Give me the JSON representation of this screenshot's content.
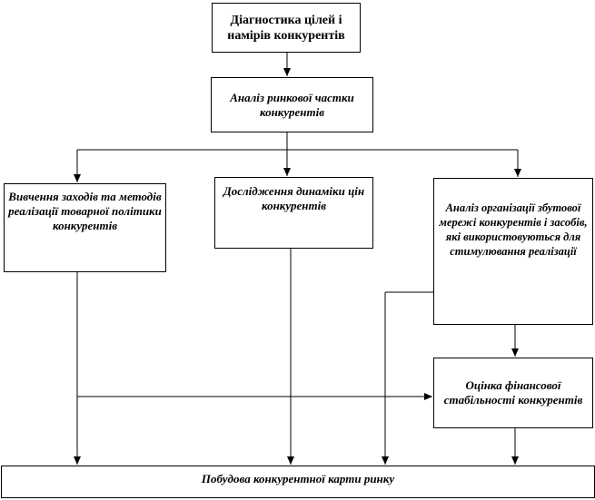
{
  "diagram": {
    "boxes": {
      "diagnostics": "Діагностика цілей і намірів конкурентів",
      "market_share": "Аналіз ринкової частки конкурентів",
      "methods": "Вивчення заходів та методів реалізації товарної політики конкурентів",
      "price_dynamics": "Дослідження динаміки цін конкурентів",
      "sales_network": "Аналіз організації збутової мережі конкурентів і засобів, які використовуються для стимулювання реалізації",
      "financial_stability": "Оцінка фінансової стабільності конкурентів",
      "competitive_map": "Побудова конкурентної карти ринку"
    }
  }
}
